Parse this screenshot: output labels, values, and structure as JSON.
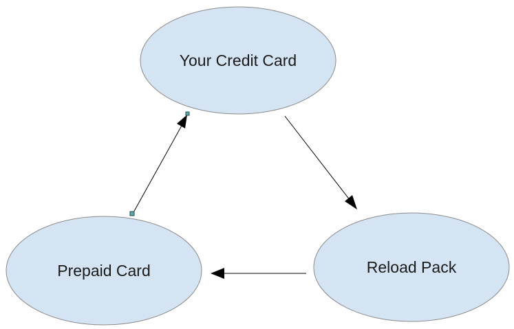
{
  "nodes": {
    "credit_card": {
      "label": "Your Credit Card"
    },
    "reload_pack": {
      "label": "Reload Pack"
    },
    "prepaid_card": {
      "label": "Prepaid Card"
    }
  },
  "edges": [
    {
      "from": "Your Credit Card",
      "to": "Reload Pack"
    },
    {
      "from": "Reload Pack",
      "to": "Prepaid Card"
    },
    {
      "from": "Prepaid Card",
      "to": "Your Credit Card"
    }
  ],
  "colors": {
    "node_fill": "#d4e4f2",
    "node_stroke": "#8a8a8a",
    "edge": "#000000",
    "selection_handle": "#5fa8a8"
  }
}
